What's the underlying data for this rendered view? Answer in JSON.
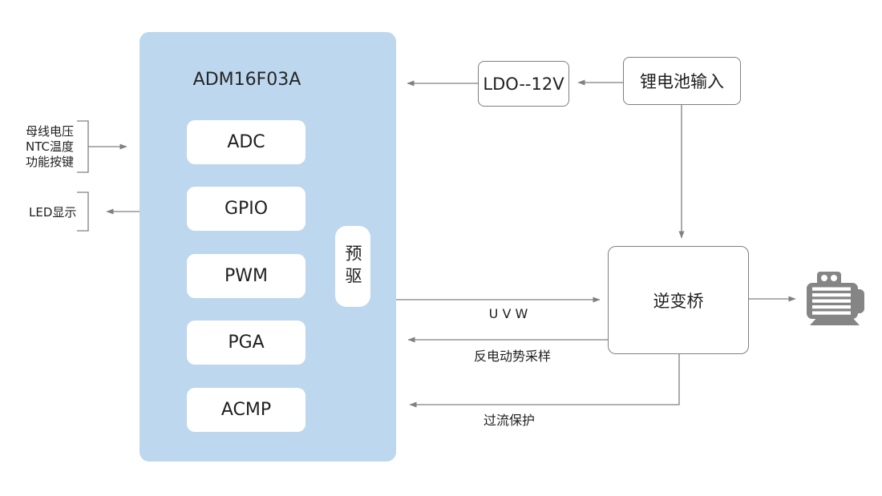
{
  "diagram": {
    "chip": {
      "title": "ADM16F03A",
      "modules": [
        {
          "label": "ADC"
        },
        {
          "label": "GPIO"
        },
        {
          "label": "PWM"
        },
        {
          "label": "PGA"
        },
        {
          "label": "ACMP"
        }
      ],
      "predriver_label": "预驱"
    },
    "left": {
      "input_lines": [
        "母线电压",
        "NTC温度",
        "功能按键"
      ],
      "led_label": "LED显示"
    },
    "power": {
      "ldo_label": "LDO--12V",
      "battery_label": "锂电池输入"
    },
    "inverter_label": "逆变桥",
    "flows": {
      "uvw_label": "U V W",
      "back_emf_label": "反电动势采样",
      "overcurrent_label": "过流保护"
    },
    "icons": {
      "motor": "motor-icon"
    },
    "colors": {
      "chip_fill": "#BDD7EE",
      "connector_line": "#808080",
      "box_border": "#7F7F7F",
      "text": "#1F1F1F",
      "motor_icon": "#858585"
    }
  }
}
